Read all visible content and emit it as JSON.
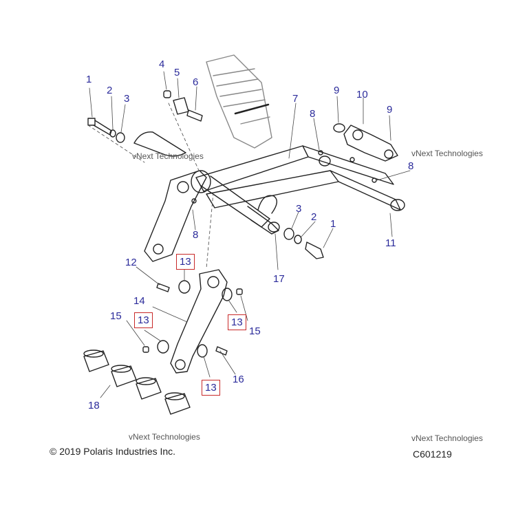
{
  "callouts": {
    "c1a": "1",
    "c2a": "2",
    "c3a": "3",
    "c4": "4",
    "c5": "5",
    "c6": "6",
    "c7": "7",
    "c8a": "8",
    "c9a": "9",
    "c10": "10",
    "c9b": "9",
    "c8b": "8",
    "c8c": "8",
    "c3b": "3",
    "c2b": "2",
    "c1b": "1",
    "c11": "11",
    "c17": "17",
    "c12": "12",
    "c13a": "13",
    "c14": "14",
    "c15a": "15",
    "c13b": "13",
    "c13c": "13",
    "c15b": "15",
    "c16": "16",
    "c13d": "13",
    "c18": "18"
  },
  "watermarks": {
    "w1": "vNext Technologies",
    "w2": "vNext Technologies",
    "w3": "vNext Technologies",
    "w4": "vNext Technologies"
  },
  "footer": {
    "copyright": "© 2019 Polaris Industries Inc.",
    "code": "C601219"
  },
  "colors": {
    "callout_text": "#2a2a9a",
    "callout_box": "#c82828",
    "line_art": "#222222"
  }
}
